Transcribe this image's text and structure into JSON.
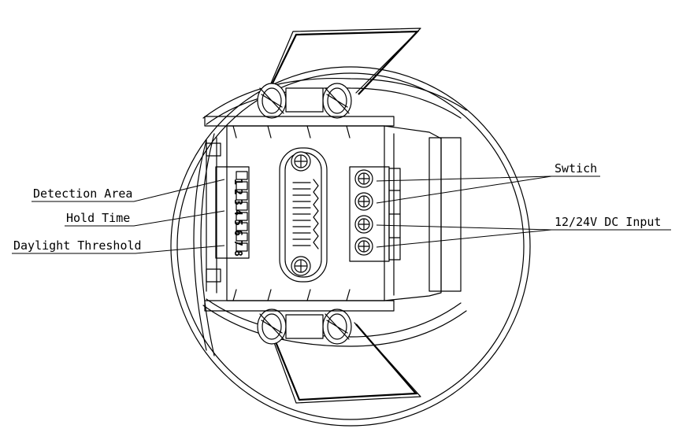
{
  "labels": {
    "detection_area": "Detection Area",
    "hold_time": "Hold Time",
    "daylight_threshold": "Daylight Threshold",
    "switch": "Swtich",
    "dc_input": "12/24V DC Input"
  },
  "dip_switch": {
    "numbers": [
      "1",
      "2",
      "3",
      "4",
      "5",
      "6",
      "7",
      "8"
    ]
  },
  "terminals": {
    "count": 4
  }
}
